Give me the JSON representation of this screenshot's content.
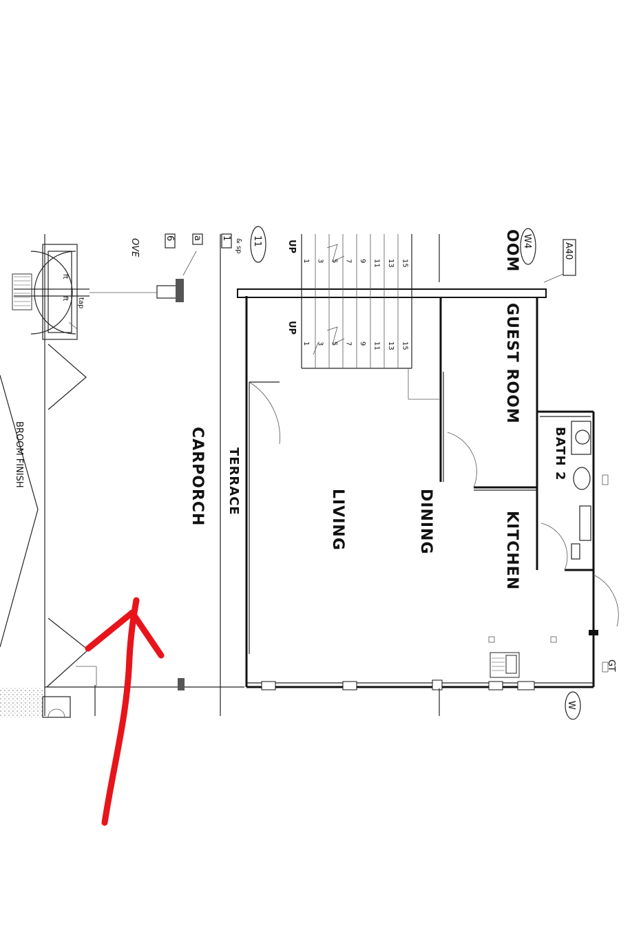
{
  "rooms": {
    "guest_room": "GUEST ROOM",
    "guest_room_partial": "OOM",
    "bath2": "BATH 2",
    "kitchen": "KITCHEN",
    "dining": "DINING",
    "living": "LIVING",
    "terrace": "TERRACE",
    "carporch": "CARPORCH"
  },
  "notes": {
    "broom_finish": "BROOM FINISH",
    "ove": "OVE",
    "tap": "tap",
    "ft1": "ft",
    "ft2": "ft",
    "sp": "& sp",
    "gt": "GT"
  },
  "tags": {
    "a40": "A40",
    "w4": "W4",
    "w_bottom": "W",
    "eleven": "11",
    "one": "1",
    "six": "6",
    "a": "a"
  },
  "stairs": {
    "up": "UP",
    "steps_upper": [
      "1",
      "3",
      "5",
      "7",
      "9",
      "11",
      "13",
      "15"
    ],
    "steps_lower": [
      "1",
      "3",
      "5",
      "7",
      "9",
      "11",
      "13",
      "15"
    ]
  },
  "colors": {
    "annotation_arrow": "#e8141b",
    "ink": "#111111",
    "paving": "#d9d9d9"
  }
}
